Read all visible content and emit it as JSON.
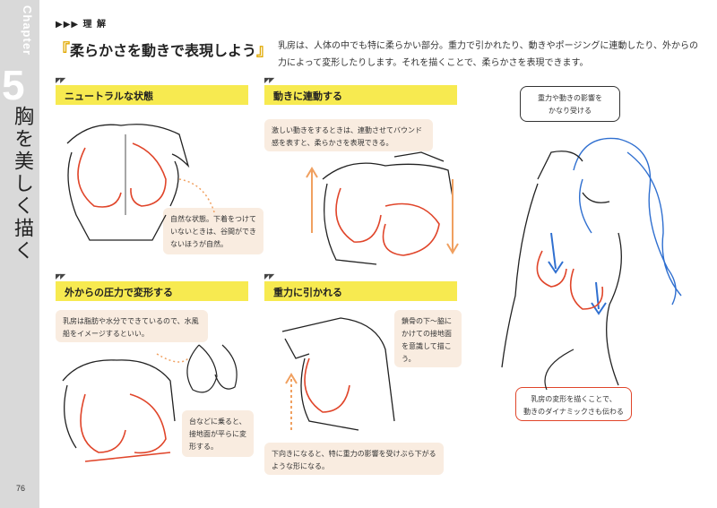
{
  "chapter": {
    "word": "Chapter",
    "number": "5",
    "title": "胸を美しく描く"
  },
  "page_number": "76",
  "section_label": "▶▶▶ 理 解",
  "heading": "柔らかさを動きで表現しよう",
  "intro": "乳房は、人体の中でも特に柔らかい部分。重力で引かれたり、動きやポージングに連動したり、外からの力によって変形したりします。それを描くことで、柔らかさを表現できます。",
  "panels": [
    {
      "title": "ニュートラルな状態",
      "note": "自然な状態。下着をつけていないときは、谷間ができないほうが自然。"
    },
    {
      "title": "動きに連動する",
      "note": "激しい動きをするときは、連動させてバウンド感を表すと、柔らかさを表現できる。"
    },
    {
      "title": "外からの圧力で変形する",
      "note": "乳房は脂肪や水分でできているので、水風船をイメージするといい。",
      "note2": "台などに乗ると、接地面が平らに変形する。"
    },
    {
      "title": "重力に引かれる",
      "note": "鎖骨の下～脇にかけての接地面を意識して描こう。",
      "note2": "下向きになると、特に重力の影響を受けぶら下がるような形になる。"
    }
  ],
  "callouts": {
    "top": "重力や動きの影響を\nかなり受ける",
    "bottom": "乳房の変形を描くことで、\n動きのダイナミックさも伝わる"
  },
  "colors": {
    "accent_yellow": "#f7ea50",
    "note_bg": "#f9ece0",
    "red_line": "#e0452a",
    "blue_line": "#2f6fd0",
    "orange_arrow": "#f0a060"
  }
}
